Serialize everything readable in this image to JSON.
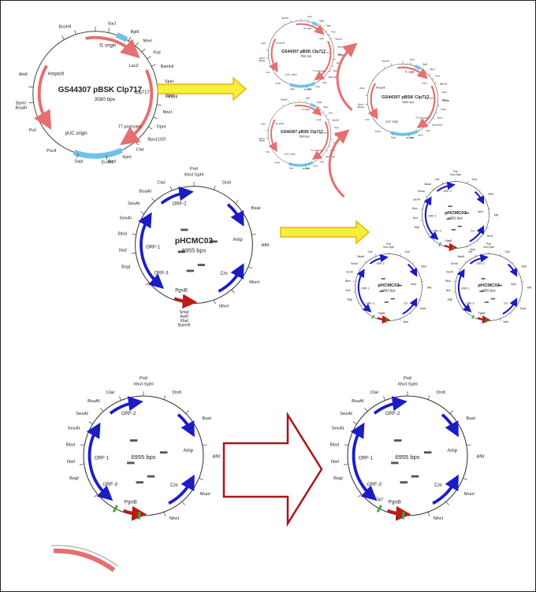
{
  "colors": {
    "red_arrow": "#e5706f",
    "blue_segment": "#6dc3ea",
    "blue_arrow": "#1c1cc4",
    "green_tick": "#2fae3a",
    "yellow_arrow_fill": "#f7ef3c",
    "yellow_arrow_stroke": "#e8b413",
    "dark_red_arrow": "#a8161c"
  },
  "plasmid_a": {
    "name": "GS44307 pBSK Clp717",
    "size": "3580 bps",
    "features": [
      "f1 origin",
      "Ampicill",
      "LacZ",
      "Clp717",
      "pUC origin",
      "T7 promoter"
    ],
    "sites": [
      "BssHII",
      "BsaAI",
      "Eco81",
      "BbsI",
      "SacI",
      "BglII",
      "NheI",
      "PstI",
      "BamHI",
      "SpeI",
      "HindIII",
      "NheI",
      "DpnI",
      "Bpu1102I",
      "ClaI",
      "KpnI",
      "AvaI",
      "SapI",
      "PvuII",
      "PciI",
      "BpmI",
      "AhdI"
    ],
    "copy_name": "GS44307 pBSK Clp717"
  },
  "plasmid_b": {
    "name": "pHCMC03",
    "size": "6955 bps",
    "features": [
      "ORF-2",
      "ORF-1",
      "ORF-3",
      "Amp",
      "Cm",
      "PgsiB"
    ],
    "sites_top": [
      "PstI",
      "XhoI SphI"
    ],
    "sites_left": [
      "ClaI",
      "BsaAI",
      "SexAI",
      "SexAI",
      "BbsI",
      "NsiI",
      "BsgI"
    ],
    "sites_right": [
      "DrdI",
      "BsaI",
      "AflII",
      "MunI",
      "NheI"
    ],
    "sites_bottom": [
      "SmaI",
      "AatII",
      "XbaI",
      "BamHI"
    ]
  },
  "plasmid_c": {
    "size": "6955 bps",
    "features": [
      "ORF-2",
      "ORF-1",
      "ORF-3",
      "Amp",
      "Cm",
      "PgsiB"
    ],
    "sites_top": [
      "PstI",
      "XhoI SphI"
    ],
    "sites_left": [
      "ClaI",
      "BsaAI",
      "SexAI",
      "SexAI",
      "BbsI",
      "NsiI",
      "BsgI"
    ],
    "sites_right": [
      "DrdI",
      "BsaI",
      "AflII",
      "MunI",
      "NheI"
    ]
  },
  "plasmid_d": {
    "size": "6955 bps",
    "features": [
      "ORF-2",
      "ORF-1",
      "ORF-3",
      "Amp",
      "Cm",
      "PgsiB",
      "Clp7"
    ],
    "sites_top": [
      "PstI",
      "XhoI SphI"
    ],
    "sites_left": [
      "ClaI",
      "BsaAI",
      "SexAI",
      "SexAI",
      "BbsI",
      "NsiI",
      "BsgI"
    ],
    "sites_right": [
      "DrdI",
      "BsaI",
      "AflII",
      "MunI",
      "NheI"
    ]
  },
  "mini_b": {
    "name": "pHCMC03",
    "size": "6955 bps"
  }
}
